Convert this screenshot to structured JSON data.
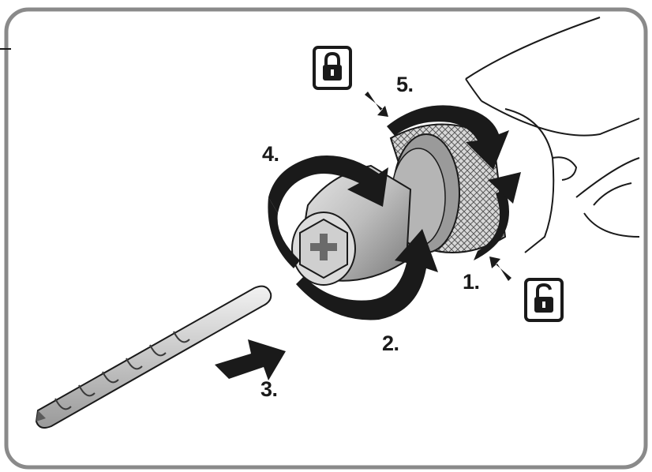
{
  "steps": {
    "step1": "1.",
    "step2": "2.",
    "step3": "3.",
    "step4": "4.",
    "step5": "5."
  },
  "icons": {
    "locked": "padlock-closed-icon",
    "unlocked": "padlock-open-icon"
  },
  "colors": {
    "frame": "#8a8a8a",
    "ink": "#1a1a1a",
    "chuck_gray": "#bdbdbd"
  }
}
